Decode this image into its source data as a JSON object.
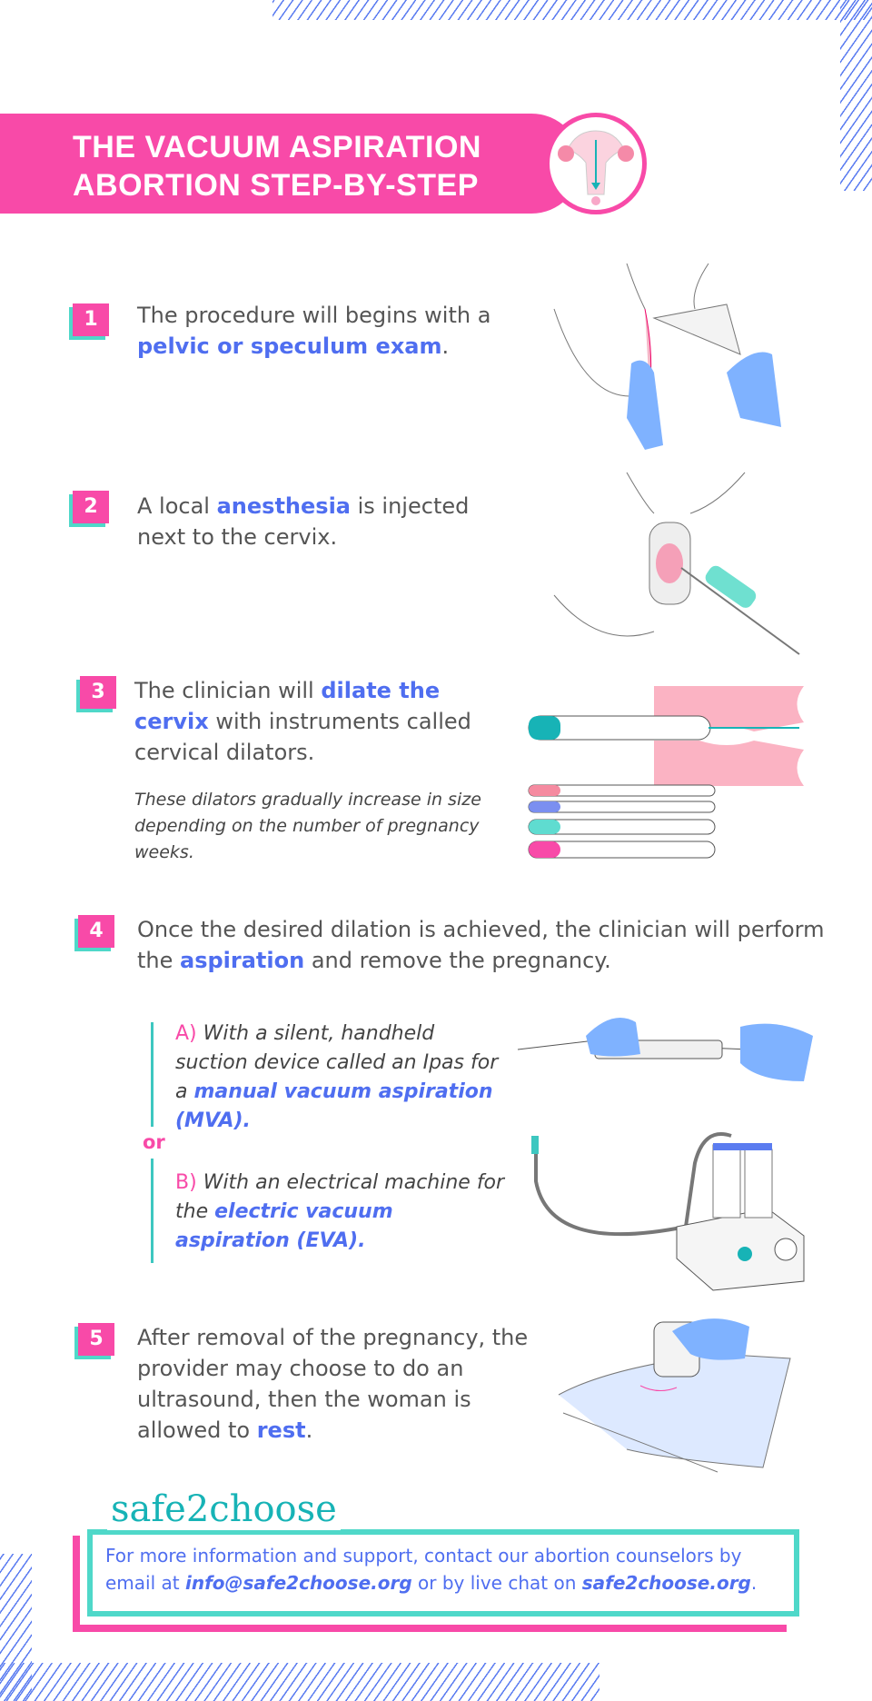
{
  "title": {
    "line1": "THE VACUUM ASPIRATION",
    "line2": "ABORTION STEP-BY-STEP"
  },
  "steps": [
    {
      "number": "1",
      "pre": "The procedure will begins with a ",
      "highlight": "pelvic or speculum exam",
      "post": "."
    },
    {
      "number": "2",
      "pre": "A local ",
      "highlight": "anesthesia",
      "post": " is injected next to the cervix."
    },
    {
      "number": "3",
      "pre": "The clinician will ",
      "highlight": "dilate the cervix",
      "post": " with instruments called cervical dilators.",
      "note": "These dilators gradually increase in size depending on the number of pregnancy weeks."
    },
    {
      "number": "4",
      "pre": "Once the desired dilation is achieved, the clinician will perform the ",
      "highlight": "aspiration",
      "post": " and remove the pregnancy."
    },
    {
      "number": "5",
      "pre": "After removal of the pregnancy, the provider may choose to do an ultrasound, then the woman is allowed to ",
      "highlight": "rest",
      "post": "."
    }
  ],
  "options": {
    "a": {
      "label": "A)",
      "pre": "With a silent, handheld suction device called an Ipas for a ",
      "highlight": "manual vacuum aspiration (MVA)."
    },
    "or": "or",
    "b": {
      "label": "B)",
      "pre": "With an electrical machine for the ",
      "highlight": "electric vacuum aspiration (EVA)."
    }
  },
  "footer": {
    "logo": "safe2choose",
    "line1": "For more information and support, contact our abortion counselors by email at ",
    "email": "info@safe2choose.org",
    "mid": " or by live chat on ",
    "site": "safe2choose.org",
    "end": "."
  },
  "colors": {
    "pink": "#f84aa8",
    "teal": "#4fd8c9",
    "blue": "#4f6ef0"
  }
}
